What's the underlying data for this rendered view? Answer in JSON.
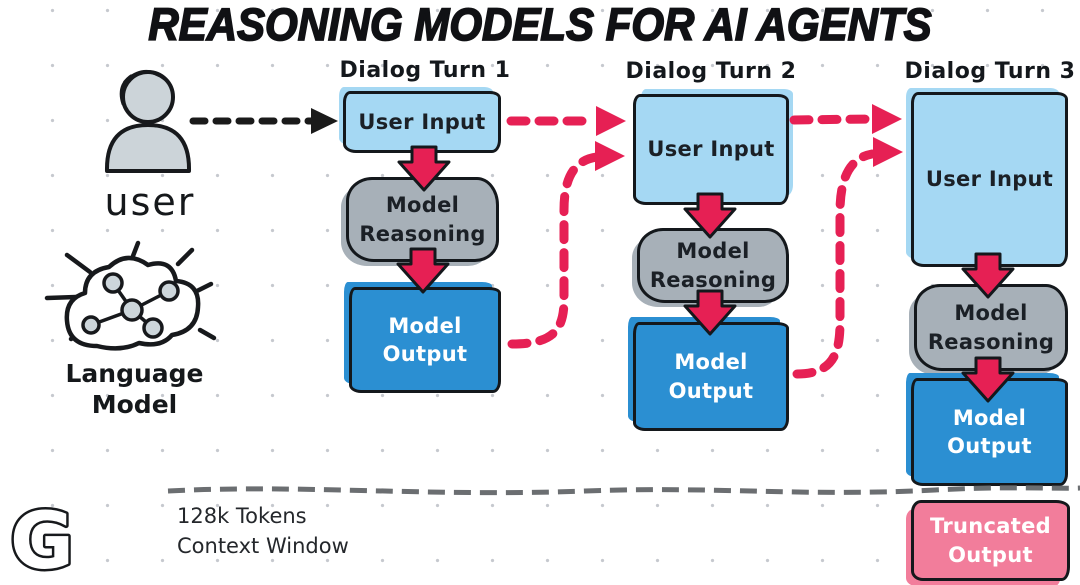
{
  "title": "REASONING MODELS FOR AI AGENTS",
  "actors": {
    "user_label": "user",
    "language_model_line1": "Language",
    "language_model_line2": "Model"
  },
  "turns": [
    {
      "header": "Dialog Turn 1",
      "user_input": "User Input",
      "model_reasoning": "Model Reasoning",
      "model_output": "Model Output"
    },
    {
      "header": "Dialog Turn 2",
      "user_input": "User Input",
      "model_reasoning": "Model Reasoning",
      "model_output": "Model Output"
    },
    {
      "header": "Dialog Turn 3",
      "user_input": "User Input",
      "model_reasoning": "Model Reasoning",
      "model_output": "Model Output",
      "truncated_output": "Truncated Output"
    }
  ],
  "context_window": {
    "line1": "128k Tokens",
    "line2": "Context Window"
  },
  "logo_letter": "G",
  "colors": {
    "user_input_fill": "#A5D8F3",
    "reasoning_fill": "#A7B0B8",
    "output_fill": "#2B8FD2",
    "truncated_fill": "#F27D9B",
    "arrow_red": "#E62054",
    "ink": "#15181B",
    "context_line_gray": "#6B6E71",
    "background": "#FFFFFF"
  }
}
